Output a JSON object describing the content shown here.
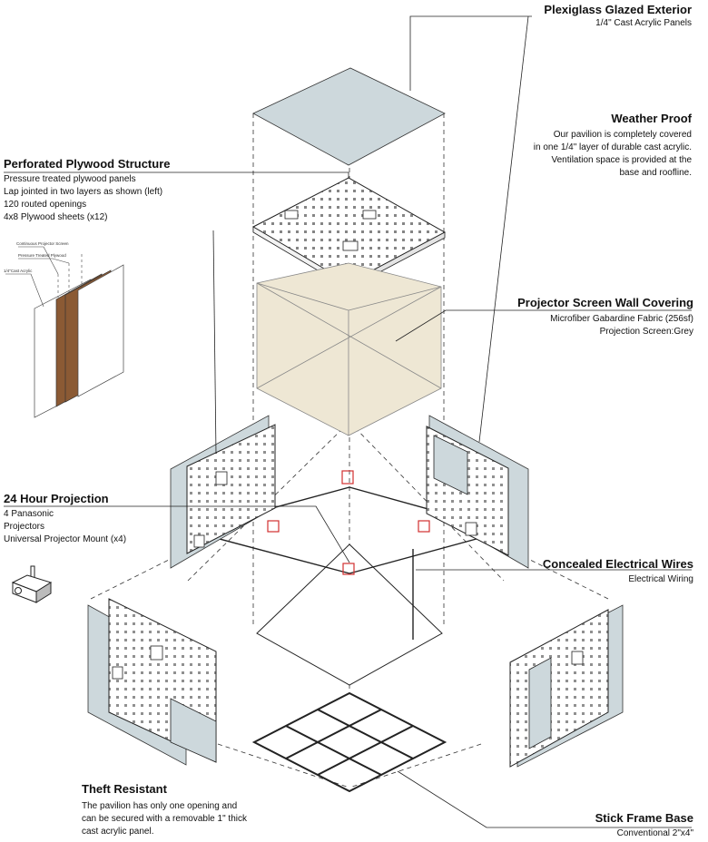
{
  "labels": {
    "plexiglass": {
      "title": "Plexiglass Glazed Exterior",
      "lines": [
        "1/4\" Cast Acrylic Panels"
      ]
    },
    "weather": {
      "title": "Weather Proof",
      "lines": [
        "Our pavilion is completely covered",
        "in one 1/4\" layer of durable cast acrylic.",
        "Ventilation space is provided at the",
        "base and roofline."
      ]
    },
    "plywood": {
      "title": "Perforated Plywood Structure",
      "lines": [
        "Pressure treated plywood panels",
        "Lap jointed in two layers as shown (left)",
        "120 routed openings",
        "4x8 Plywood sheets (x12)"
      ]
    },
    "screen": {
      "title": "Projector Screen Wall Covering",
      "lines": [
        "Microfiber Gabardine Fabric (256sf)",
        "Projection Screen:Grey"
      ]
    },
    "projection": {
      "title": "24 Hour Projection",
      "lines": [
        "4 Panasonic",
        "Projectors",
        "Universal Projector Mount (x4)"
      ]
    },
    "wires": {
      "title": "Concealed Electrical Wires",
      "lines": [
        "Electrical Wiring"
      ]
    },
    "theft": {
      "title": "Theft Resistant",
      "lines": [
        "The pavilion has only one opening and",
        "can be secured with a removable 1\" thick",
        "cast acrylic panel."
      ]
    },
    "base": {
      "title": "Stick Frame Base",
      "lines": [
        "Conventional 2\"x4\""
      ]
    }
  },
  "layer_detail": {
    "labels": [
      "Continuous Projector Screen",
      "Pressure Treated Plywood",
      "1/4\"Cast Acrylic"
    ]
  },
  "colors": {
    "acrylic": "#cdd8dc",
    "fabric": "#eee7d4",
    "plywood": "#ffffff",
    "wood_layer": "#8b5a34",
    "line": "#222222",
    "mount": "#d23030"
  },
  "icons": [
    "projector-icon"
  ]
}
